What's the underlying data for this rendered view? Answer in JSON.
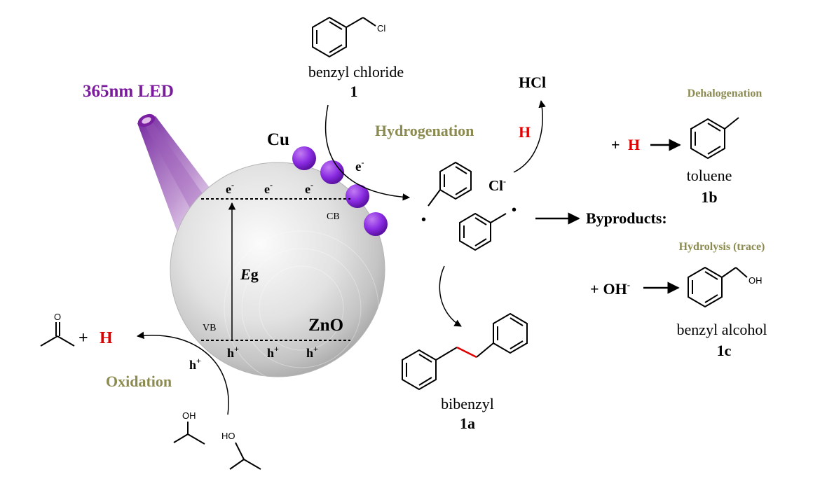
{
  "light_source": {
    "label": "365nm LED",
    "color": "#7a1a9c"
  },
  "semiconductor": {
    "name": "ZnO",
    "cocatalyst": "Cu",
    "band_gap_label_italic": "E",
    "band_gap_label_rest": "g",
    "cb_label": "CB",
    "vb_label": "VB",
    "electron_symbol": "e",
    "electron_charge": "-",
    "hole_symbol": "h",
    "hole_charge": "+",
    "cocatalyst_color": "#8a2be2"
  },
  "reactant": {
    "name": "benzyl chloride",
    "number": "1",
    "atom_label": "Cl"
  },
  "labels": {
    "hydrogenation": "Hydrogenation",
    "oxidation": "Oxidation",
    "dehalogenation": "Dehalogenation",
    "hydrolysis": "Hydrolysis (trace)",
    "byproducts": "Byproducts:",
    "h_atom": "H",
    "hcl": "HCl",
    "chloride_symbol": "Cl",
    "chloride_charge": "-",
    "electron_symbol": "e",
    "electron_charge": "-",
    "hole_symbol": "h",
    "hole_charge": "+",
    "plus": "+",
    "hydroxide_symbol": "OH",
    "hydroxide_charge": "-",
    "radical_dot": "•",
    "accent_color": "#e00000",
    "olive_color": "#8b8b50"
  },
  "products": {
    "bibenzyl": {
      "name": "bibenzyl",
      "number": "1a"
    },
    "toluene": {
      "name": "toluene",
      "number": "1b"
    },
    "benzyl_alcohol": {
      "name": "benzyl alcohol",
      "number": "1c",
      "atom_label": "OH"
    }
  },
  "donor": {
    "atom_label_1": "OH",
    "atom_label_2": "HO",
    "ketone_atom": "O"
  }
}
